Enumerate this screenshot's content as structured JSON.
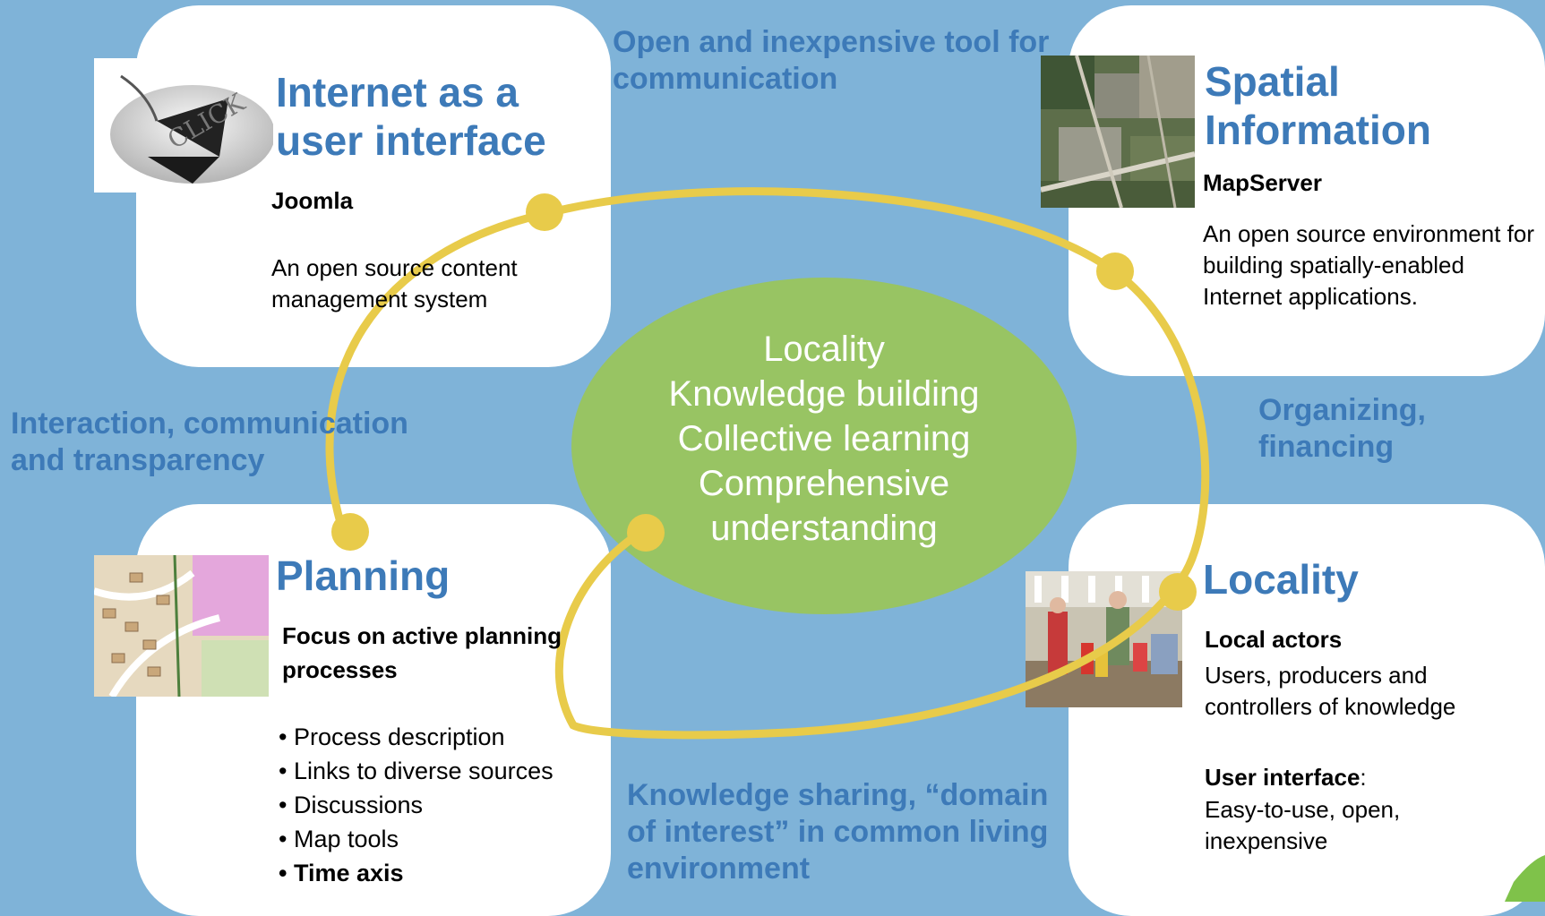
{
  "cards": {
    "internet": {
      "title": "Internet as a user interface",
      "tool": "Joomla",
      "description": "An open source content management system"
    },
    "spatial": {
      "title": "Spatial Information",
      "tool": "MapServer",
      "description": "An open source environment for building spatially-enabled Internet applications."
    },
    "planning": {
      "title": "Planning",
      "focus": "Focus on active planning processes",
      "bullets": [
        "Process description",
        "Links to diverse sources",
        "Discussions",
        "Map tools",
        "Time axis"
      ]
    },
    "locality": {
      "title": "Locality",
      "actors_heading": "Local actors",
      "actors_text": "Users, producers and controllers of knowledge",
      "ui_heading": "User interface",
      "ui_colon": ":",
      "ui_text": "Easy-to-use, open, inexpensive"
    }
  },
  "connectors": {
    "top": "Open and inexpensive tool for communication",
    "left": "Interaction, communication and transparency",
    "right": "Organizing, financing",
    "bottom": "Knowledge sharing, “domain of interest” in common living environment"
  },
  "center": {
    "line1": "Locality",
    "line2": "Knowledge building",
    "line3": "Collective learning",
    "line4": "Comprehensive",
    "line5": "understanding"
  },
  "thumbnail_images": {
    "click_mouse_text": "CLICK"
  },
  "colors": {
    "background": "#7fb3d8",
    "title_blue": "#3d7ab8",
    "center_ellipse": "#98c463",
    "loop_yellow": "#e8cb4a"
  }
}
